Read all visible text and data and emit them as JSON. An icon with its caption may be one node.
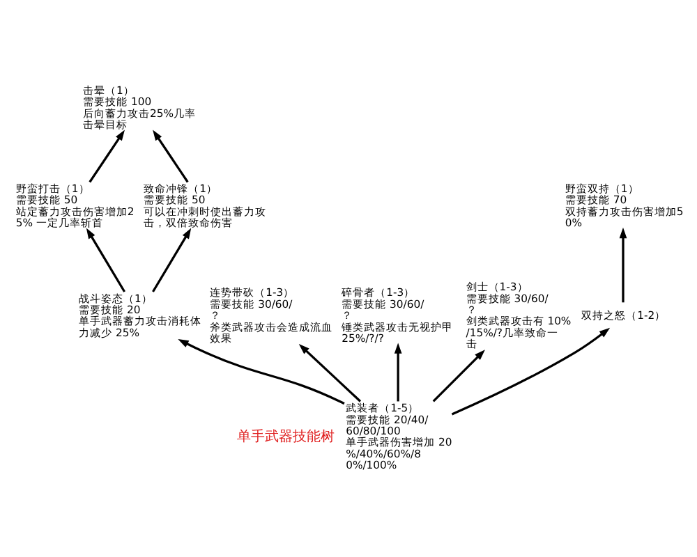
{
  "diagram": {
    "nodes": [
      {
        "text": [
          "击晕（1）",
          "需要技能 100",
          "后向蓄力攻击25%几率击晕目标"
        ]
      },
      {
        "text": [
          "野蛮打击（1）",
          "需要技能 50",
          "站定蓄力攻击伤害增加25% 一定几率斩首"
        ]
      },
      {
        "text": [
          "致命冲锋（1）",
          "需要技能 50",
          "可以在冲刺时使出蓄力攻击，双倍致命伤害"
        ]
      },
      {
        "text": [
          "野蛮双持（1）",
          "需要技能 70",
          "双持蓄力攻击伤害增加50%"
        ]
      },
      {
        "text": [
          "战斗姿态（1）",
          "需要技能 20",
          "单手武器蓄力攻击消耗体力减少 25%"
        ]
      },
      {
        "text": [
          "连势带砍（1-3）",
          "需要技能 30/60/？",
          "斧类武器攻击会造成流血效果"
        ]
      },
      {
        "text": [
          "碎骨者（1-3）",
          "需要技能 30/60/？",
          "锤类武器攻击无视护甲 25%/?/?"
        ]
      },
      {
        "text": [
          "剑士（1-3）",
          "需要技能 30/60/？",
          "剑类武器攻击有 10%/15%/?几率致命一击"
        ]
      },
      {
        "text": [
          "武装者（1-5）",
          "需要技能 20/40/60/80/100",
          "单手武器伤害增加 20%/40%/60%/80%/100%"
        ]
      },
      {
        "text": [
          "双持之怒（1-2）"
        ]
      }
    ],
    "edges": [
      {
        "from": 1,
        "to": 0,
        "arrow": "to"
      },
      {
        "from": 2,
        "to": 0,
        "arrow": "to"
      },
      {
        "from": 4,
        "to": 1,
        "arrow": "to"
      },
      {
        "from": 4,
        "to": 2,
        "arrow": "to"
      },
      {
        "from": 8,
        "to": 4,
        "arrow": "to"
      },
      {
        "from": 8,
        "to": 5,
        "arrow": "to"
      },
      {
        "from": 8,
        "to": 6,
        "arrow": "to"
      },
      {
        "from": 8,
        "to": 7,
        "arrow": "to"
      },
      {
        "from": 8,
        "to": 9,
        "arrow": "to"
      },
      {
        "from": 9,
        "to": 3,
        "arrow": "to"
      }
    ],
    "labels": [
      "单手武器技能树"
    ]
  }
}
